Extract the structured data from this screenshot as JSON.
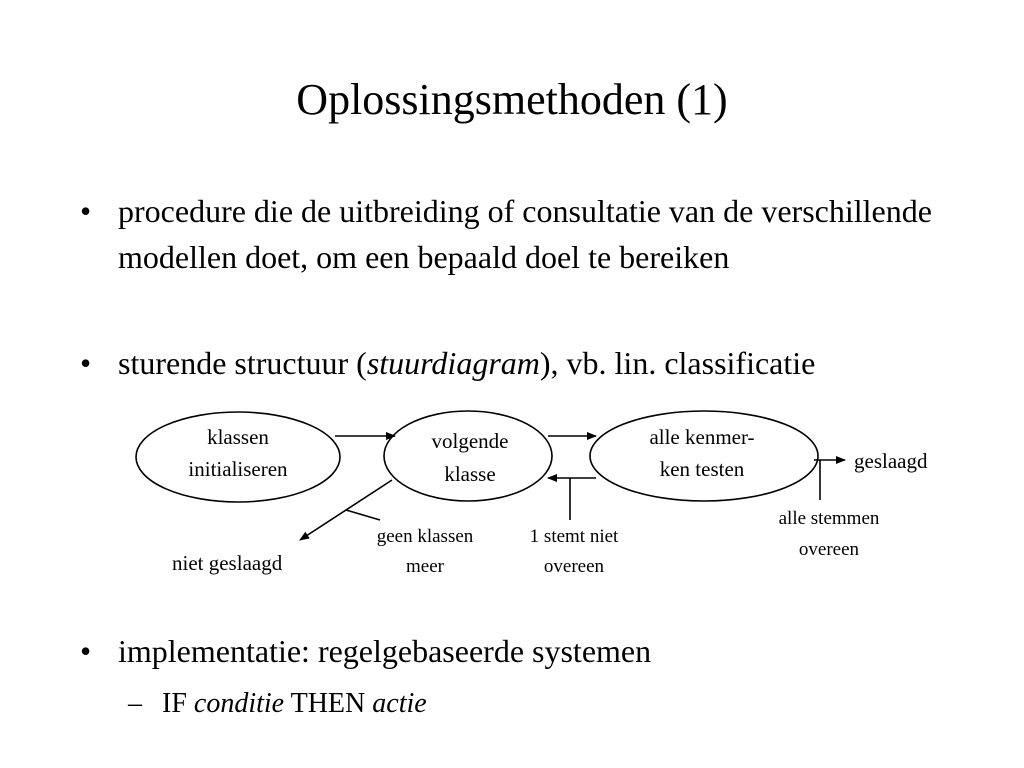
{
  "slide": {
    "title": "Oplossingsmethoden (1)",
    "bullets": [
      {
        "symbol": "•",
        "text": "procedure die de uitbreiding of consultatie van de verschillende modellen doet, om een bepaald doel te bereiken"
      },
      {
        "symbol": "•",
        "text_before": "sturende structuur (",
        "text_italic": "stuurdiagram",
        "text_after": "), vb. lin. classificatie"
      },
      {
        "symbol": "•",
        "text": "implementatie: regelgebaseerde systemen"
      }
    ],
    "sub_bullet": {
      "symbol": "–",
      "if_word": "IF",
      "condition_word": "conditie",
      "then_word": "THEN",
      "action_word": "actie"
    }
  },
  "diagram": {
    "nodes": {
      "init": {
        "line1": "klassen",
        "line2": "initialiseren"
      },
      "next": {
        "line1": "volgende",
        "line2": "klasse"
      },
      "test": {
        "line1": "alle kenmer-",
        "line2": "ken testen"
      }
    },
    "labels": {
      "passed": "geslaagd",
      "not_passed": "niet geslaagd",
      "no_classes_line1": "geen klassen",
      "no_classes_line2": "meer",
      "one_mismatch_line1": "1 stemt niet",
      "one_mismatch_line2": "overeen",
      "all_match_line1": "alle stemmen",
      "all_match_line2": "overeen"
    }
  }
}
